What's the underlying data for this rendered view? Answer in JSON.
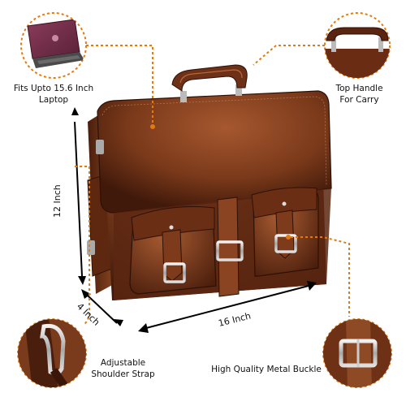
{
  "callouts": {
    "laptop": {
      "line1": "Fits Upto 15.6 Inch",
      "line2": "Laptop"
    },
    "handle": {
      "line1": "Top Handle",
      "line2": "For Carry"
    },
    "strap": {
      "line1": "Adjustable",
      "line2": "Shoulder Strap"
    },
    "buckle": {
      "line1": "High Quality Metal Buckle"
    }
  },
  "dimensions": {
    "height": "12 Inch",
    "depth": "4 Inch",
    "width": "16 Inch"
  },
  "colors": {
    "leather": "#7a3a1e",
    "leather_dark": "#3e1a0c",
    "leather_light": "#a0552d",
    "callout_line": "#e07b12",
    "metal": "#c9c9c9"
  },
  "icons": [
    "laptop-icon",
    "handle-icon",
    "strap-icon",
    "buckle-icon"
  ]
}
